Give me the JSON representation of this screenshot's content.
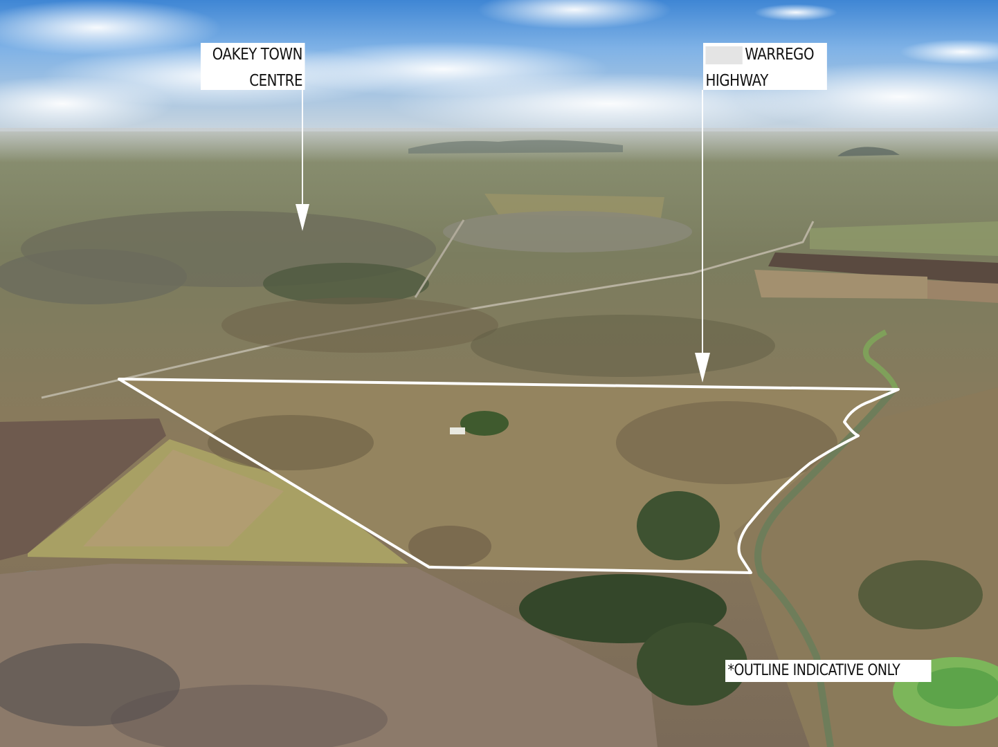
{
  "labels": {
    "oakey_line1": "OAKEY TOWN",
    "oakey_line2": "CENTRE",
    "warrego_line1": "WARREGO",
    "warrego_line2": "HIGHWAY",
    "disclaimer": "*OUTLINE INDICATIVE ONLY"
  },
  "colors": {
    "outline": "#ffffff",
    "label_bg": "#ffffff",
    "label_text": "#111111"
  }
}
